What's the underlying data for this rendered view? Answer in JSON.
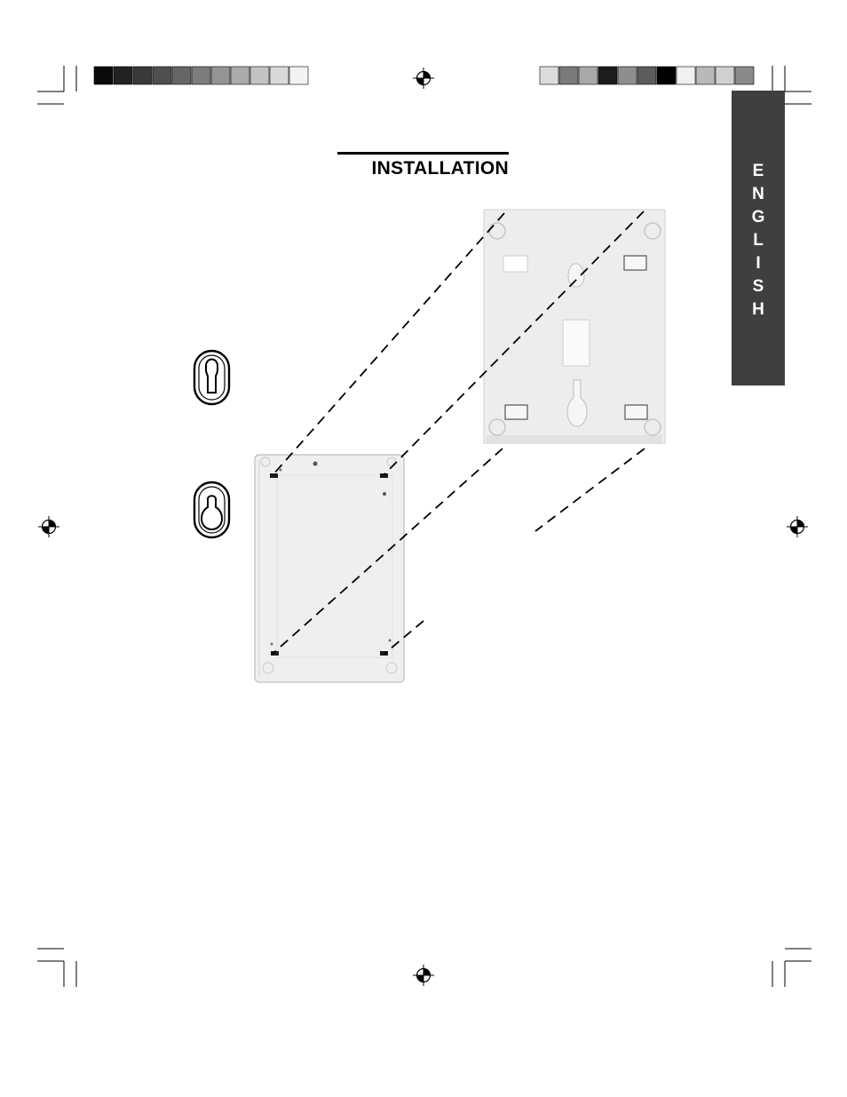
{
  "heading": {
    "title": "INSTALLATION"
  },
  "language_tab": {
    "letters": [
      "E",
      "N",
      "G",
      "L",
      "I",
      "S",
      "H"
    ]
  },
  "color_bars": {
    "left": [
      "#0a0a0a",
      "#222222",
      "#393939",
      "#4f4f4f",
      "#666666",
      "#7d7d7d",
      "#949494",
      "#ababab",
      "#c2c2c2",
      "#d9d9d9",
      "#f3f3f3"
    ],
    "right": [
      "#dcdcdc",
      "#7a7a7a",
      "#a9a9a9",
      "#1c1c1c",
      "#8e8e8e",
      "#5c5c5c",
      "#000000",
      "#f0f0f0",
      "#b9b9b9",
      "#d0d0d0",
      "#8a8a8a"
    ]
  },
  "icons": [
    "crop-marks-icon",
    "registration-mark-icon",
    "keyhole-slot-oval-icon",
    "keyhole-slot-round-icon",
    "wall-bracket-illustration",
    "telephone-base-illustration"
  ]
}
